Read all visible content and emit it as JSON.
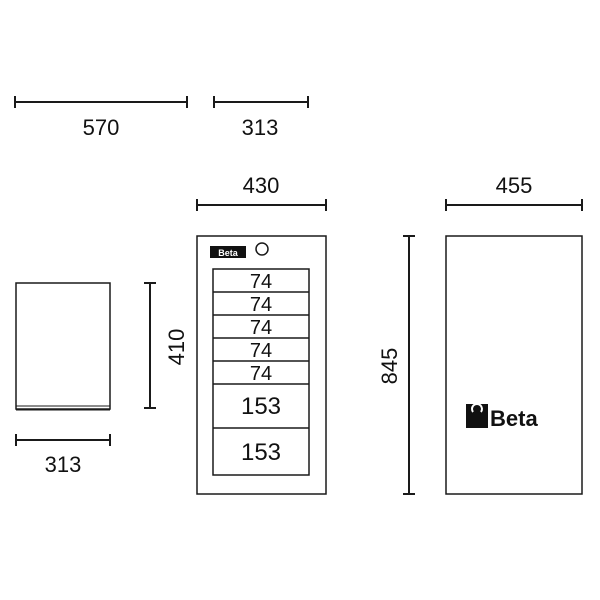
{
  "dimensions": {
    "top_width": "570",
    "top_depth": "313",
    "front_width": "430",
    "side_width": "455",
    "side_small_depth": "313",
    "small_height": "410",
    "full_height": "845"
  },
  "drawers": [
    "74",
    "74",
    "74",
    "74",
    "74",
    "153",
    "153"
  ],
  "logo": {
    "text": "Beta"
  },
  "colors": {
    "line": "#1a1a1a",
    "background": "#ffffff"
  }
}
